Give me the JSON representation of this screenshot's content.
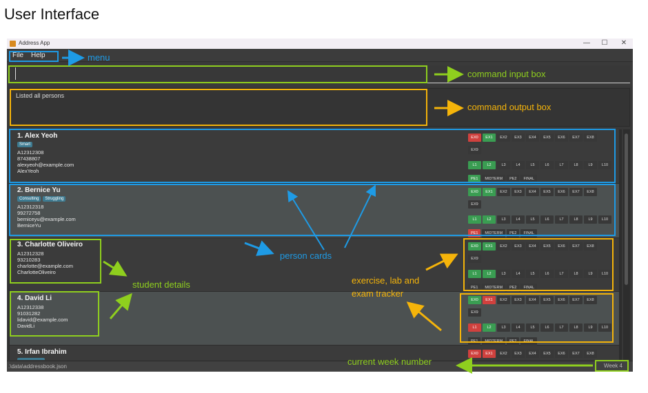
{
  "heading": "User Interface",
  "window": {
    "title": "Address App",
    "minimize": "—",
    "maximize": "☐",
    "close": "✕"
  },
  "menu": [
    "File",
    "Help"
  ],
  "command_input": {
    "value": ""
  },
  "result_text": "Listed all persons",
  "persons": [
    {
      "index": "1.",
      "name": "Alex Yeoh",
      "tags": [
        "Smart"
      ],
      "details": [
        "A12312308",
        "87438807",
        "alexyeoh@example.com",
        "AlexYeoh"
      ],
      "ex_row1": [
        "EX0",
        "EX1",
        "EX2",
        "EX3",
        "EX4",
        "EX5",
        "EX6",
        "EX7",
        "EX8"
      ],
      "ex_row2": [
        "EX9"
      ],
      "ex_status": [
        "red",
        "green",
        "",
        "",
        "",
        "",
        "",
        "",
        "",
        ""
      ],
      "labs": [
        "L1",
        "L2",
        "L3",
        "L4",
        "L5",
        "L6",
        "L7",
        "L8",
        "L9",
        "L10"
      ],
      "lab_status": [
        "green",
        "green",
        "",
        "",
        "",
        "",
        "",
        "",
        "",
        ""
      ],
      "exams": [
        "PE1",
        "MIDTERM",
        "PE2",
        "FINAL"
      ],
      "exam_status": [
        "green",
        "",
        "",
        ""
      ]
    },
    {
      "index": "2.",
      "name": "Bernice Yu",
      "tags": [
        "Consulting",
        "Struggling"
      ],
      "details": [
        "A12312318",
        "99272758",
        "berniceyu@example.com",
        "BerniceYu"
      ],
      "ex_row1": [
        "EX0",
        "EX1",
        "EX2",
        "EX3",
        "EX4",
        "EX5",
        "EX6",
        "EX7",
        "EX8"
      ],
      "ex_row2": [
        "EX9"
      ],
      "ex_status": [
        "green",
        "green",
        "",
        "",
        "",
        "",
        "",
        "",
        "",
        ""
      ],
      "labs": [
        "L1",
        "L2",
        "L3",
        "L4",
        "L5",
        "L6",
        "L7",
        "L8",
        "L9",
        "L10"
      ],
      "lab_status": [
        "green",
        "green",
        "",
        "",
        "",
        "",
        "",
        "",
        "",
        ""
      ],
      "exams": [
        "PE1",
        "MIDTERM",
        "PE2",
        "FINAL"
      ],
      "exam_status": [
        "red",
        "",
        "",
        ""
      ]
    },
    {
      "index": "3.",
      "name": "Charlotte Oliveiro",
      "tags": [],
      "details": [
        "A12312328",
        "93210283",
        "charlotte@example.com",
        "CharlotteOliveiro"
      ],
      "ex_row1": [
        "EX0",
        "EX1",
        "EX2",
        "EX3",
        "EX4",
        "EX5",
        "EX6",
        "EX7",
        "EX8"
      ],
      "ex_row2": [
        "EX9"
      ],
      "ex_status": [
        "green",
        "green",
        "",
        "",
        "",
        "",
        "",
        "",
        "",
        ""
      ],
      "labs": [
        "L1",
        "L2",
        "L3",
        "L4",
        "L5",
        "L6",
        "L7",
        "L8",
        "L9",
        "L10"
      ],
      "lab_status": [
        "green",
        "green",
        "",
        "",
        "",
        "",
        "",
        "",
        "",
        ""
      ],
      "exams": [
        "PE1",
        "MIDTERM",
        "PE2",
        "FINAL"
      ],
      "exam_status": [
        "",
        "",
        "",
        ""
      ]
    },
    {
      "index": "4.",
      "name": "David Li",
      "tags": [],
      "details": [
        "A12312338",
        "91031282",
        "lidavid@example.com",
        "DavidLi"
      ],
      "ex_row1": [
        "EX0",
        "EX1",
        "EX2",
        "EX3",
        "EX4",
        "EX5",
        "EX6",
        "EX7",
        "EX8"
      ],
      "ex_row2": [
        "EX9"
      ],
      "ex_status": [
        "green",
        "red",
        "",
        "",
        "",
        "",
        "",
        "",
        "",
        ""
      ],
      "labs": [
        "L1",
        "L2",
        "L3",
        "L4",
        "L5",
        "L6",
        "L7",
        "L8",
        "L9",
        "L10"
      ],
      "lab_status": [
        "red",
        "green",
        "",
        "",
        "",
        "",
        "",
        "",
        "",
        ""
      ],
      "exams": [
        "PE1",
        "MIDTERM",
        "PE2",
        "FINAL"
      ],
      "exam_status": [
        "",
        "",
        "",
        ""
      ]
    },
    {
      "index": "5.",
      "name": "Irfan Ibrahim",
      "tags": [
        ""
      ],
      "details": [],
      "ex_row1": [
        "EX0",
        "EX1",
        "EX2",
        "EX3",
        "EX4",
        "EX5",
        "EX6",
        "EX7",
        "EX8"
      ],
      "ex_row2": [],
      "ex_status": [
        "red",
        "red",
        "",
        "",
        "",
        "",
        "",
        "",
        ""
      ],
      "labs": [],
      "lab_status": [],
      "exams": [],
      "exam_status": []
    }
  ],
  "status_bar": {
    "path": ".\\data\\addressbook.json",
    "week": "Week 4"
  },
  "annotations": {
    "menu": "menu",
    "command_input": "command input box",
    "command_output": "command output box",
    "person_cards": "person cards",
    "student_details": "student details",
    "tracker_line1": "exercise, lab and",
    "tracker_line2": "exam tracker",
    "week": "current week number"
  },
  "colors": {
    "green_tick": "#3a9d52",
    "red_cross": "#d0413e",
    "blue_annotation": "#1e9be6",
    "green_annotation": "#8fcf1e",
    "yellow_annotation": "#f5b40a"
  }
}
